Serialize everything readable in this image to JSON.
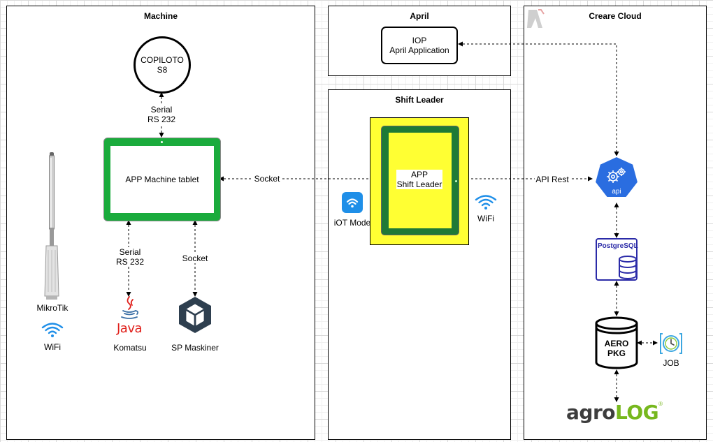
{
  "containers": {
    "machine": {
      "title": "Machine"
    },
    "april": {
      "title": "April"
    },
    "shift_leader": {
      "title": "Shift Leader"
    },
    "creare_cloud": {
      "title": "Creare Cloud"
    }
  },
  "nodes": {
    "copiloto": {
      "line1": "COPILOTO",
      "line2": "S8"
    },
    "machine_tablet": {
      "label": "APP Machine tablet"
    },
    "iop": {
      "line1": "IOP",
      "line2": "April Application"
    },
    "shift_leader_app": {
      "line1": "APP",
      "line2": "Shift Leader"
    },
    "api": {
      "label": "api"
    },
    "postgresql": {
      "label": "PostgreSQL"
    },
    "aero_pkg": {
      "line1": "AERO",
      "line2": "PKG"
    },
    "job": {
      "label": "JOB"
    },
    "mikrotik": {
      "label": "MikroTik"
    },
    "wifi_machine": {
      "label": "WiFi"
    },
    "komatsu": {
      "label": "Komatsu",
      "logo_text": "Java"
    },
    "sp_maskiner": {
      "label": "SP Maskiner"
    },
    "iot_mode": {
      "label": "iOT Mode"
    },
    "wifi_shift": {
      "label": "WiFi"
    },
    "agrolog": {
      "part1": "agro",
      "part2": "LOG",
      "mark": "®"
    }
  },
  "edges": {
    "copiloto_tablet": {
      "line1": "Serial",
      "line2": "RS 232"
    },
    "tablet_komatsu": {
      "line1": "Serial",
      "line2": "RS 232"
    },
    "tablet_sp": {
      "label": "Socket"
    },
    "tablet_shift": {
      "label": "Socket"
    },
    "shift_api": {
      "label": "API Rest"
    }
  },
  "colors": {
    "tablet_green": "#1aab3c",
    "shift_yellow": "#ffff33",
    "shift_frame": "#1e7a36",
    "api_blue": "#2a6de0",
    "postgres_navy": "#2b2ba8",
    "java_red": "#e0201b",
    "wifi_blue": "#1f8fe8",
    "agrolog_green": "#77b81e",
    "agrolog_dark": "#3d3d3d"
  }
}
